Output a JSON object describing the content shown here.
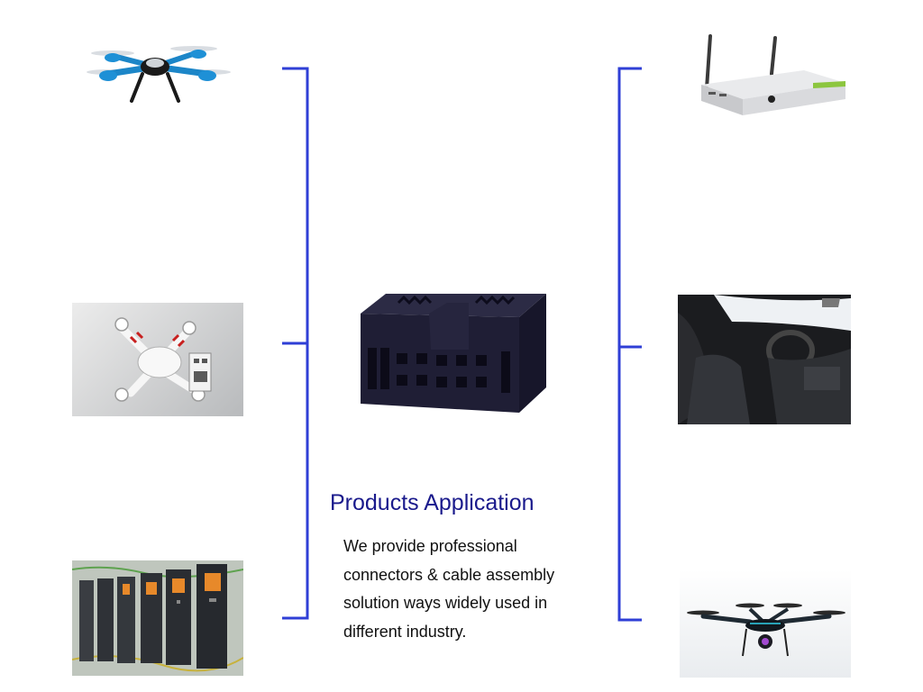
{
  "heading": "Products Application",
  "description": "We provide professional connectors & cable assembly solution ways widely used in different industry.",
  "colors": {
    "accent_line": "#2f3fd6",
    "heading": "#1a1a8c",
    "text": "#111111",
    "background": "#ffffff"
  },
  "images": {
    "top_left": "blue-quadcopter-drone",
    "middle_left": "white-phantom-drone-with-battery",
    "bottom_left": "industrial-inverter-cabinet",
    "top_right": "tv-box-with-antennas",
    "middle_right": "car-interior",
    "bottom_right": "dark-drone-with-camera",
    "center": "black-idc-female-connector"
  }
}
